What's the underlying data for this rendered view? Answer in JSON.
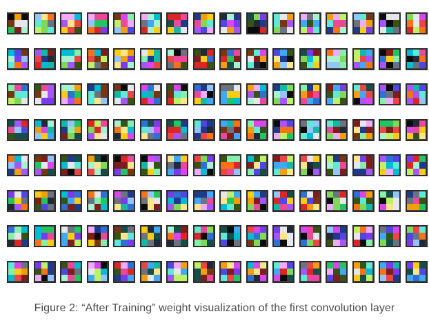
{
  "figure": {
    "caption": "Figure 2: “After Training” weight visualization of the first convolution layer"
  },
  "filter_grid": {
    "rows": 8,
    "columns": 16,
    "kernel_size": 3
  },
  "palette": [
    "#1f3a8a",
    "#2f6fd6",
    "#3fa9f5",
    "#00bcd4",
    "#14b8a6",
    "#22c55e",
    "#7ed957",
    "#bef264",
    "#facc15",
    "#f59e0b",
    "#f97316",
    "#ef4444",
    "#dc2626",
    "#ec4899",
    "#d946ef",
    "#a855f7",
    "#7c3aed",
    "#4f46e5",
    "#6b7280",
    "#1f2937",
    "#0b0b0b",
    "#e5e7eb",
    "#a7f3d0",
    "#fde68a",
    "#86efac",
    "#5eead4",
    "#93c5fd",
    "#f0abfc",
    "#7f1d1d",
    "#365314",
    "#134e4a",
    "#78350f"
  ]
}
